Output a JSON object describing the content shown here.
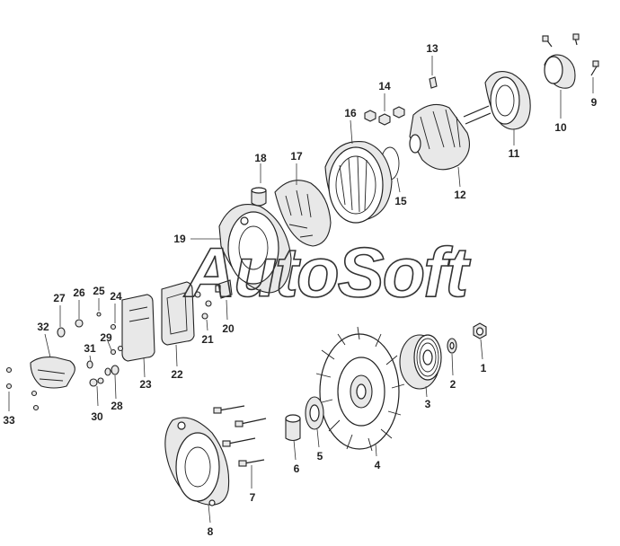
{
  "watermark": "AutoSoft",
  "parts": [
    {
      "id": "p1",
      "label": "1"
    },
    {
      "id": "p2",
      "label": "2"
    },
    {
      "id": "p3",
      "label": "3"
    },
    {
      "id": "p4",
      "label": "4"
    },
    {
      "id": "p5",
      "label": "5"
    },
    {
      "id": "p6",
      "label": "6"
    },
    {
      "id": "p7",
      "label": "7"
    },
    {
      "id": "p8",
      "label": "8"
    },
    {
      "id": "p9",
      "label": "9"
    },
    {
      "id": "p10",
      "label": "10"
    },
    {
      "id": "p11",
      "label": "11"
    },
    {
      "id": "p12",
      "label": "12"
    },
    {
      "id": "p13",
      "label": "13"
    },
    {
      "id": "p14",
      "label": "14"
    },
    {
      "id": "p15",
      "label": "15"
    },
    {
      "id": "p16",
      "label": "16"
    },
    {
      "id": "p17",
      "label": "17"
    },
    {
      "id": "p18",
      "label": "18"
    },
    {
      "id": "p19",
      "label": "19"
    },
    {
      "id": "p20",
      "label": "20"
    },
    {
      "id": "p21",
      "label": "21"
    },
    {
      "id": "p22",
      "label": "22"
    },
    {
      "id": "p23",
      "label": "23"
    },
    {
      "id": "p24",
      "label": "24"
    },
    {
      "id": "p25",
      "label": "25"
    },
    {
      "id": "p26",
      "label": "26"
    },
    {
      "id": "p27",
      "label": "27"
    },
    {
      "id": "p28",
      "label": "28"
    },
    {
      "id": "p29",
      "label": "29"
    },
    {
      "id": "p30",
      "label": "30"
    },
    {
      "id": "p31",
      "label": "31"
    },
    {
      "id": "p32",
      "label": "32"
    },
    {
      "id": "p33",
      "label": "33"
    }
  ]
}
